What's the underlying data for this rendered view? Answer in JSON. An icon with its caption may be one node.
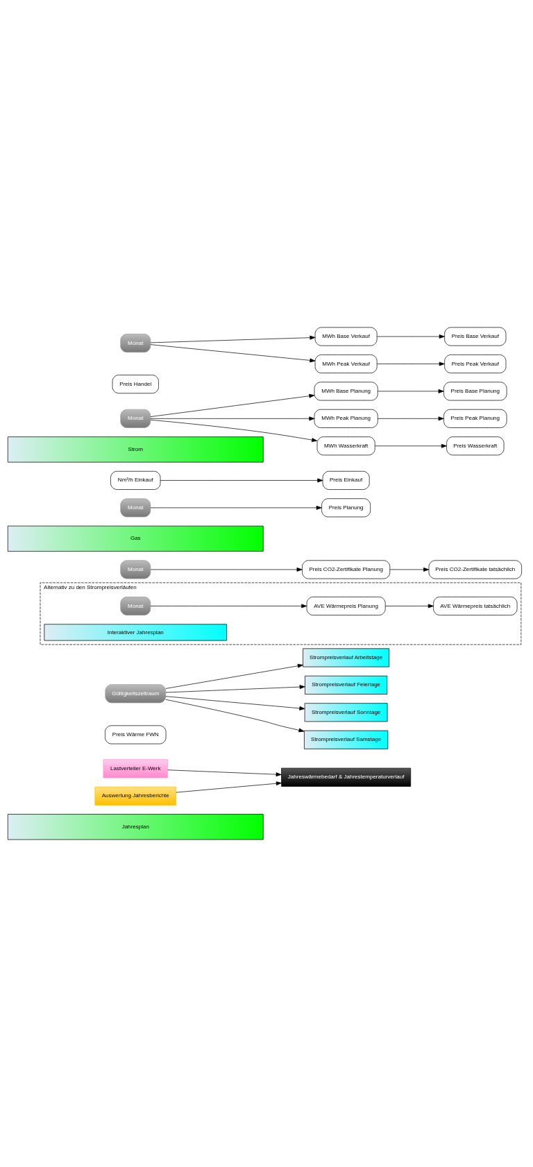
{
  "diagram": {
    "nodes": [
      {
        "text": [
          "Jahresplan"
        ]
      },
      {
        "text": [
          "Lastverteiler E-Werk"
        ]
      },
      {
        "text": [
          "Jahreswärmebedarf & Jahrestemperaturverlauf"
        ]
      },
      {
        "text": [
          "Preis Wärme FWN"
        ]
      },
      {
        "text": [
          "Auswertung Jahresberichte"
        ]
      },
      {
        "text": [
          "Strompreisverlauf Arbeitstage"
        ]
      },
      {
        "text": [
          "Strompreisverlauf Feiertage"
        ]
      },
      {
        "text": [
          "Gültigkeitszeitraum"
        ]
      },
      {
        "text": [
          "Strompreisverlauf Sonntage"
        ]
      },
      {
        "text": [
          "Strompreisverlauf Samstage"
        ]
      },
      {
        "text": [
          "Alternativ zu den Strompreisverläufen"
        ]
      },
      {
        "text": [
          "Monat"
        ],
        "in": 10
      },
      {
        "text": [
          "AVE Wärmepreis Planung"
        ],
        "in": 10
      },
      {
        "text": [
          "AVE Wärmepreis tatsächlich"
        ],
        "in": 10
      },
      {
        "text": [
          "Interaktiver Jahresplan"
        ],
        "in": 10
      },
      {
        "text": [
          "Monat"
        ]
      },
      {
        "text": [
          "Preis CO2-Zertifikate Planung"
        ]
      },
      {
        "text": [
          "Preis CO2-Zertifikate tatsächlich"
        ]
      },
      {
        "text": [
          "Gas"
        ]
      },
      {
        "text": [
          "Monat"
        ]
      },
      {
        "text": [
          "Preis Planung"
        ]
      },
      {
        "text": [
          "Nm³/h Einkauf"
        ]
      },
      {
        "text": [
          "Preis Einkauf"
        ]
      },
      {
        "text": [
          "Strom"
        ]
      },
      {
        "text": [
          "MWh Base Planung"
        ]
      },
      {
        "text": [
          "Preis Base Planung"
        ]
      },
      {
        "text": [
          "Monat"
        ]
      },
      {
        "text": [
          "MWh Peak Planung"
        ]
      },
      {
        "text": [
          "Preis Peak Planung"
        ]
      },
      {
        "text": [
          "MWh Wasserkraft"
        ]
      },
      {
        "text": [
          "Preis Wasserkraft"
        ]
      },
      {
        "text": [
          "Preis Handel"
        ]
      },
      {
        "text": [
          "MWh Base Verkauf"
        ]
      },
      {
        "text": [
          "Preis Base Verkauf"
        ]
      },
      {
        "text": [
          "Monat"
        ]
      },
      {
        "text": [
          "MWh Peak Verkauf"
        ]
      },
      {
        "text": [
          "Preis Peak Verkauf"
        ]
      }
    ],
    "edges": [
      {
        "from": 1,
        "to": 2,
        "arrow": "to"
      },
      {
        "from": 4,
        "to": 2,
        "arrow": "to"
      },
      {
        "from": 7,
        "to": 5,
        "arrow": "to"
      },
      {
        "from": 7,
        "to": 6,
        "arrow": "to"
      },
      {
        "from": 7,
        "to": 8,
        "arrow": "to"
      },
      {
        "from": 7,
        "to": 9,
        "arrow": "to"
      },
      {
        "from": 11,
        "to": 12,
        "arrow": "to"
      },
      {
        "from": 12,
        "to": 13,
        "arrow": "to"
      },
      {
        "from": 15,
        "to": 16,
        "arrow": "to"
      },
      {
        "from": 16,
        "to": 17,
        "arrow": "to"
      },
      {
        "from": 19,
        "to": 20,
        "arrow": "to"
      },
      {
        "from": 21,
        "to": 22,
        "arrow": "to"
      },
      {
        "from": 26,
        "to": 24,
        "arrow": "to"
      },
      {
        "from": 26,
        "to": 27,
        "arrow": "to"
      },
      {
        "from": 26,
        "to": 29,
        "arrow": "to"
      },
      {
        "from": 24,
        "to": 25,
        "arrow": "to"
      },
      {
        "from": 27,
        "to": 28,
        "arrow": "to"
      },
      {
        "from": 29,
        "to": 30,
        "arrow": "to"
      },
      {
        "from": 34,
        "to": 32,
        "arrow": "to"
      },
      {
        "from": 34,
        "to": 35,
        "arrow": "to"
      },
      {
        "from": 32,
        "to": 33,
        "arrow": "to"
      },
      {
        "from": 35,
        "to": 36,
        "arrow": "to"
      }
    ]
  }
}
